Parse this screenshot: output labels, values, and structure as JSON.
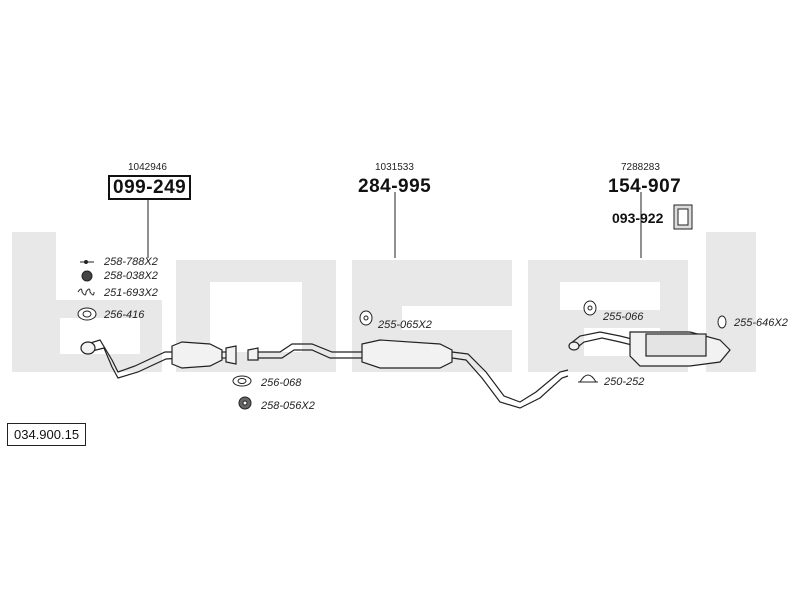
{
  "watermark": {
    "text": "bosal",
    "color": "#e8e8e8"
  },
  "diagram_id": "034.900.15",
  "assemblies": {
    "front": {
      "ref": "1042946",
      "part": "099-249"
    },
    "middle": {
      "ref": "1031533",
      "part": "284-995"
    },
    "rear": {
      "ref": "7288283",
      "part": "154-907",
      "extra_part": "093-922"
    }
  },
  "parts": {
    "p1": "258-788X2",
    "p2": "258-038X2",
    "p3": "251-693X2",
    "p4": "256-416",
    "p5": "256-068",
    "p6": "258-056X2",
    "p7": "255-065X2",
    "p8": "255-066",
    "p9": "255-646X2",
    "p10": "250-252"
  }
}
